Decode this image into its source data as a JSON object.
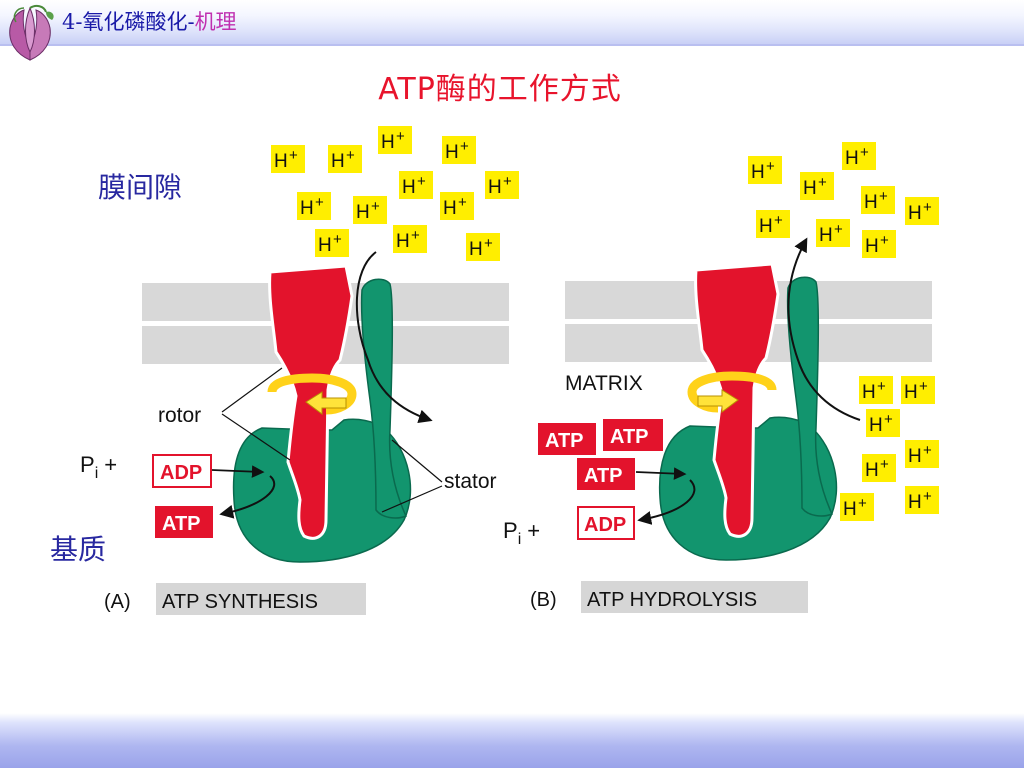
{
  "header": {
    "title_main": "4-氧化磷酸化-",
    "title_sub": "机理"
  },
  "slide_title": "ATP酶的工作方式",
  "labels": {
    "intermembrane_space": "膜间隙",
    "matrix_cn": "基质"
  },
  "figure": {
    "proton": "H",
    "proton_charge": "+",
    "rotor": "rotor",
    "stator": "stator",
    "matrix": "MATRIX",
    "adp": "ADP",
    "atp": "ATP",
    "pi_symbol": "P",
    "pi_subscript": "i",
    "pi_plus": "+",
    "caption_a_letter": "(A)",
    "caption_a_text": "ATP SYNTHESIS",
    "caption_b_letter": "(B)",
    "caption_b_text": "ATP HYDROLYSIS"
  },
  "colors": {
    "rotor_red": "#e3132c",
    "stator_green": "#12956e",
    "proton_yellow": "#ffee00",
    "membrane_gray": "#d8d8d8",
    "caption_gray": "#d6d6d6",
    "title_red": "#e8142c",
    "label_blue": "#2828a0"
  }
}
